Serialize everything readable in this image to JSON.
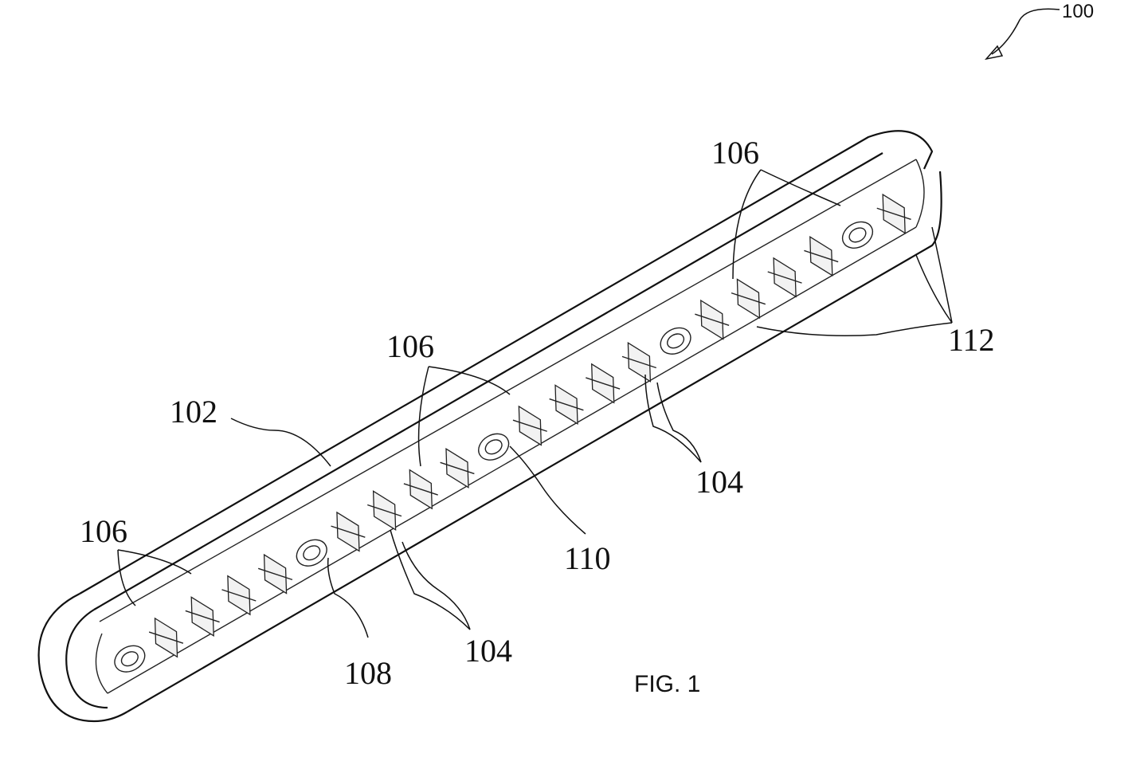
{
  "figure": {
    "caption": "FIG. 1",
    "reference": "100",
    "labels": [
      {
        "id": "102",
        "text": "102"
      },
      {
        "id": "104a",
        "text": "104"
      },
      {
        "id": "104b",
        "text": "104"
      },
      {
        "id": "106a",
        "text": "106"
      },
      {
        "id": "106b",
        "text": "106"
      },
      {
        "id": "106c",
        "text": "106"
      },
      {
        "id": "108",
        "text": "108"
      },
      {
        "id": "110",
        "text": "110"
      },
      {
        "id": "112",
        "text": "112"
      }
    ]
  }
}
